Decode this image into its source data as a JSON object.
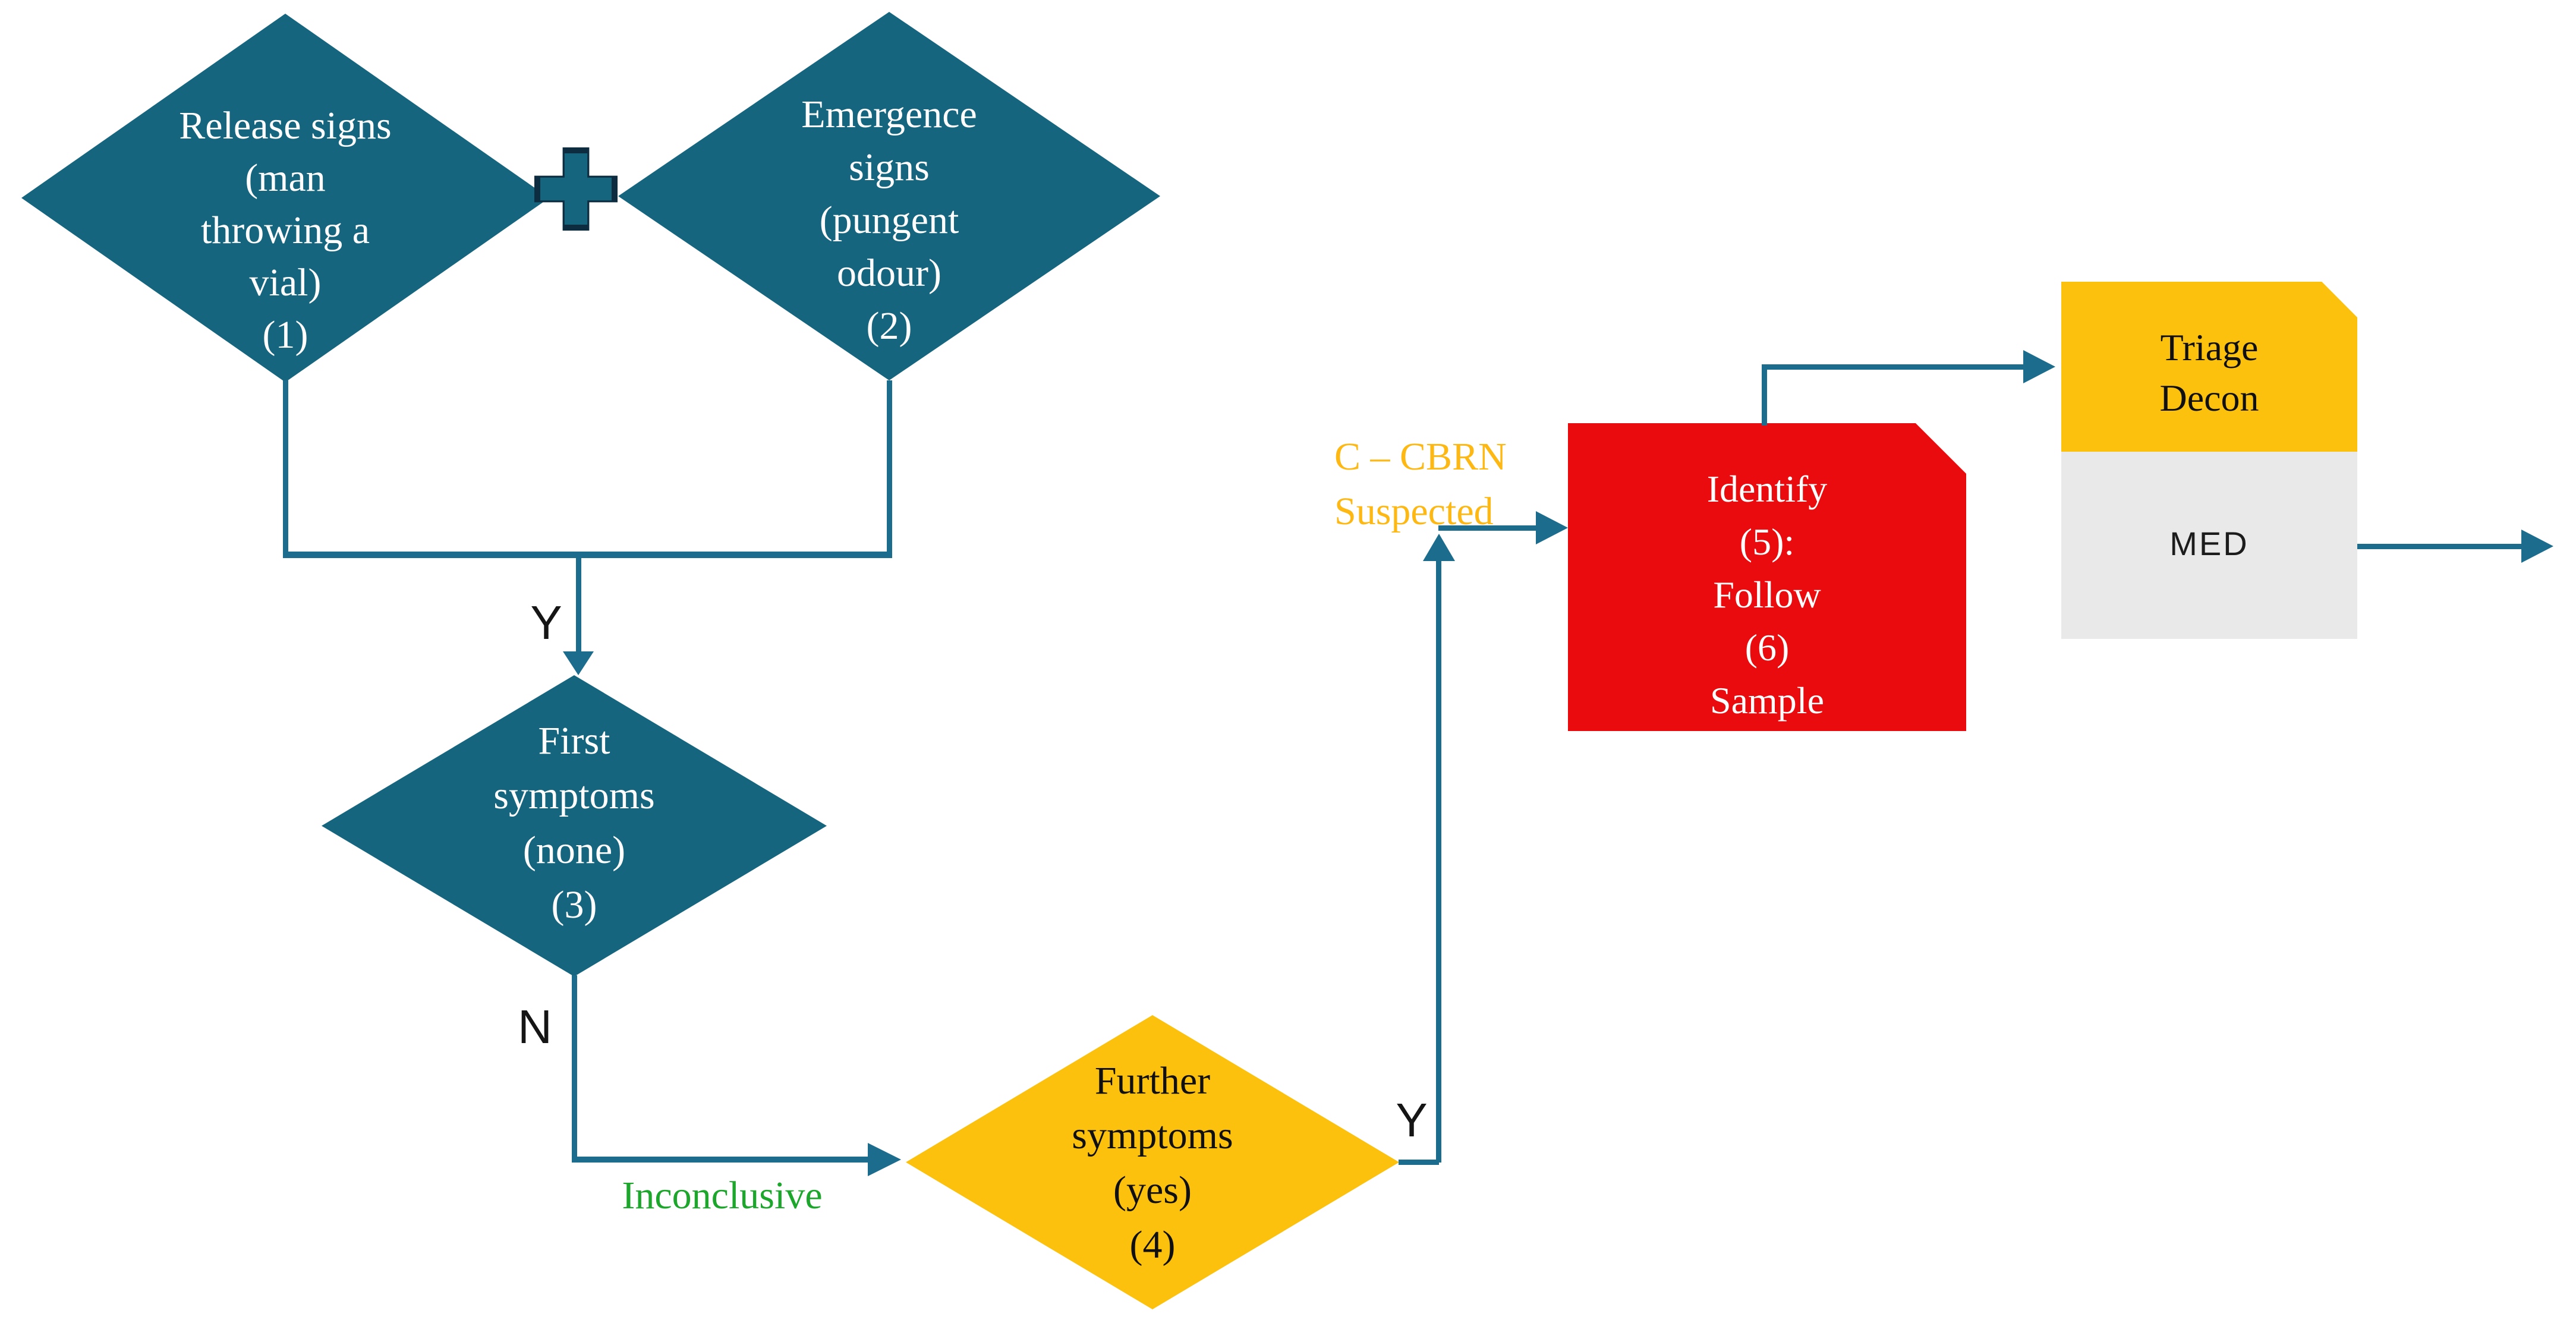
{
  "nodes": {
    "release_signs": {
      "lines": [
        "Release signs",
        "(man",
        "throwing a",
        "vial)",
        "(1)"
      ]
    },
    "emergence_signs": {
      "lines": [
        "Emergence",
        "signs",
        "(pungent",
        "odour)",
        "(2)"
      ]
    },
    "first_symptoms": {
      "lines": [
        "First",
        "symptoms",
        "(none)",
        "(3)"
      ]
    },
    "further_symptoms": {
      "lines": [
        "Further",
        "symptoms",
        "(yes)",
        "(4)"
      ]
    },
    "identify_sample": {
      "lines": [
        "Identify",
        "(5):",
        "Follow",
        "(6)",
        "Sample"
      ]
    },
    "triage_decon": {
      "lines": [
        "Triage",
        "Decon"
      ]
    },
    "med": {
      "label": "MED"
    }
  },
  "labels": {
    "merge_yes": "Y",
    "no_branch": "N",
    "inconclusive": "Inconclusive",
    "cbrn_line1": "C – CBRN",
    "cbrn_line2": "Suspected",
    "further_yes": "Y"
  },
  "icons": {
    "plus": "plus-icon"
  },
  "colors": {
    "diamond_blue": "#15657f",
    "diamond_yellow": "#fcc10d",
    "box_red": "#e90b0d",
    "box_yellow": "#fcc10d",
    "box_gray": "#e9e9e9",
    "connector_teal": "#1b6c8d",
    "label_green": "#1ca62c",
    "label_gold": "#fdb813",
    "cross_border_navy": "#0d2c3f"
  }
}
